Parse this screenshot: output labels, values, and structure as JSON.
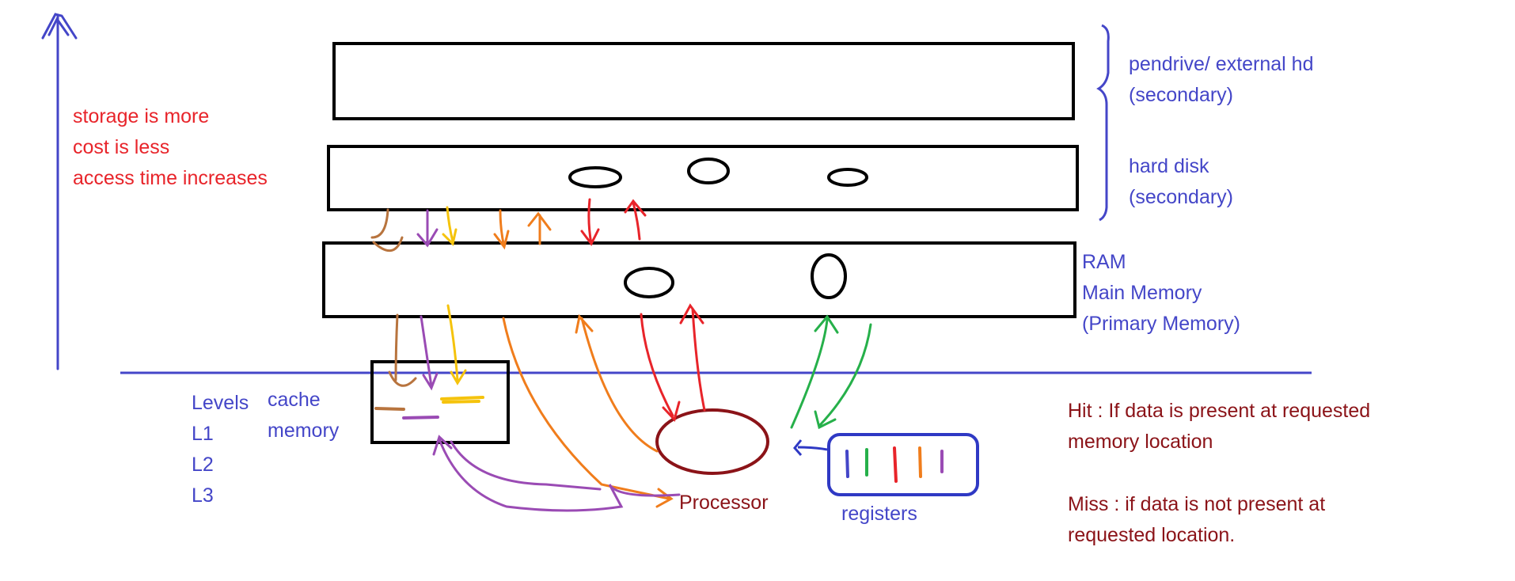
{
  "colors": {
    "blue": "#4446c8",
    "red": "#e8242a",
    "dark_red": "#8b1318",
    "box": "#000000",
    "orange": "#f07d1c",
    "brown": "#b8743e",
    "purple": "#9a4bb4",
    "yellow": "#f5c30c",
    "green": "#26b04a"
  },
  "left_note": {
    "line1": "storage is more",
    "line2": "cost is less",
    "line3": "access time increases"
  },
  "layers": {
    "pendrive": {
      "line1": "pendrive/ external hd",
      "line2": "(secondary)"
    },
    "hard_disk": {
      "line1": "hard disk",
      "line2": "(secondary)"
    },
    "ram": {
      "line1": "RAM",
      "line2": "Main Memory",
      "line3": "(Primary Memory)"
    }
  },
  "cache": {
    "levels_title": "Levels",
    "l1": "L1",
    "l2": "L2",
    "l3": "L3",
    "label_line1": "cache",
    "label_line2": "memory"
  },
  "processor": {
    "label": "Processor"
  },
  "registers": {
    "label": "registers"
  },
  "definitions": {
    "hit_line1": "Hit : If data is present at requested",
    "hit_line2": "memory location",
    "miss_line1": "Miss : if data is not present at",
    "miss_line2": "requested location."
  }
}
